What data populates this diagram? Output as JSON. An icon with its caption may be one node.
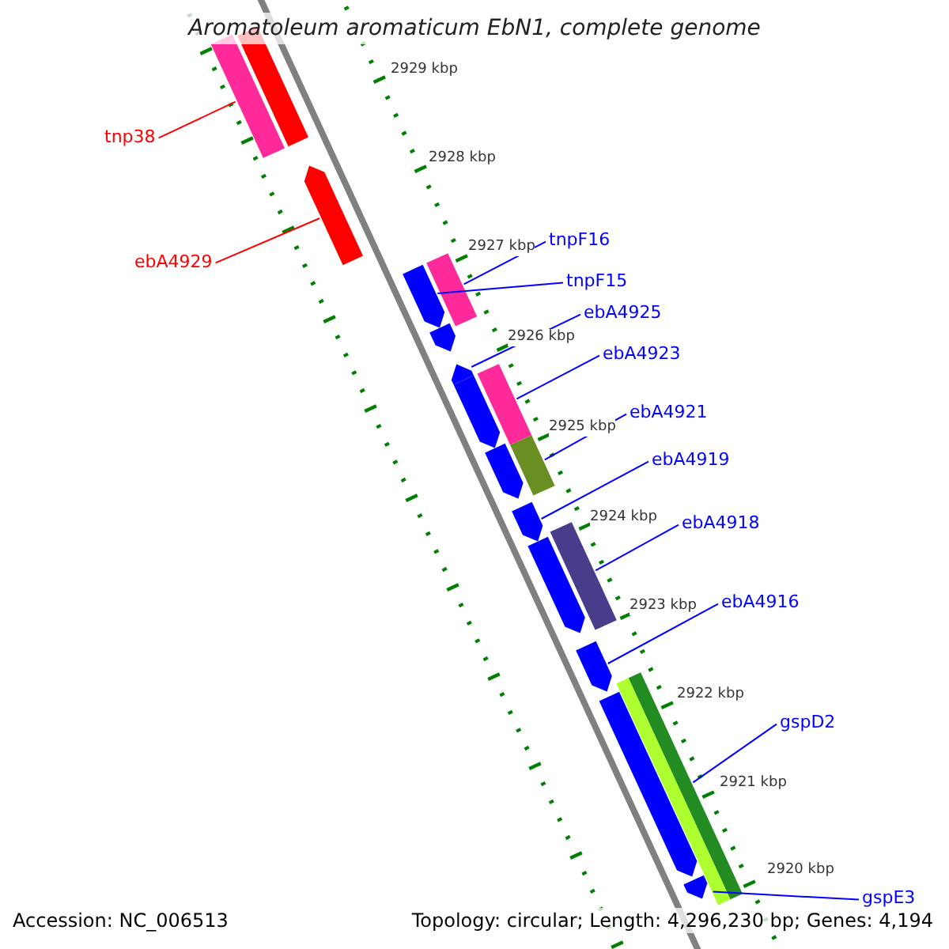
{
  "diagram": {
    "title": "Aromatoleum aromaticum EbN1, complete genome",
    "nodes": [
      {
        "text": [
          "tnp38"
        ]
      },
      {
        "text": [
          "ebA4929"
        ]
      },
      {
        "text": [
          "tnpF16"
        ]
      },
      {
        "text": [
          "tnpF15"
        ]
      },
      {
        "text": [
          "ebA4925"
        ]
      },
      {
        "text": [
          "ebA4923"
        ]
      },
      {
        "text": [
          "ebA4921"
        ]
      },
      {
        "text": [
          "ebA4919"
        ]
      },
      {
        "text": [
          "ebA4918"
        ]
      },
      {
        "text": [
          "ebA4916"
        ]
      },
      {
        "text": [
          "gspD2"
        ]
      },
      {
        "text": [
          "gspE3"
        ]
      },
      {
        "text": [],
        "shape": "bar"
      },
      {
        "text": [],
        "shape": "bar"
      },
      {
        "text": [],
        "shape": "bar"
      },
      {
        "text": [],
        "shape": "bar"
      },
      {
        "text": [],
        "shape": "bar"
      },
      {
        "text": [],
        "shape": "bar"
      },
      {
        "text": [],
        "shape": "bar"
      },
      {
        "text": [],
        "shape": "bar"
      },
      {
        "text": [],
        "shape": "bar"
      },
      {
        "text": [],
        "shape": "bar"
      },
      {
        "text": [],
        "shape": "bar"
      },
      {
        "text": [],
        "shape": "bar"
      },
      {
        "text": [],
        "shape": "bar"
      },
      {
        "text": [],
        "shape": "bar"
      },
      {
        "text": [],
        "shape": "bar"
      },
      {
        "text": [],
        "shape": "bar"
      },
      {
        "text": [],
        "shape": "bar"
      },
      {
        "text": [],
        "shape": "bar"
      }
    ],
    "edges": [
      {
        "from": 0,
        "to": 12,
        "arrow": "none",
        "color": "#ff0000"
      },
      {
        "from": 1,
        "to": 13,
        "arrow": "none",
        "color": "#ff0000"
      },
      {
        "from": 2,
        "to": 14,
        "arrow": "none"
      },
      {
        "from": 3,
        "to": 15,
        "arrow": "none"
      },
      {
        "from": 4,
        "to": 16,
        "arrow": "none"
      },
      {
        "from": 5,
        "to": 17,
        "arrow": "none"
      },
      {
        "from": 6,
        "to": 18,
        "arrow": "none"
      },
      {
        "from": 7,
        "to": 19,
        "arrow": "none"
      },
      {
        "from": 8,
        "to": 20,
        "arrow": "none"
      },
      {
        "from": 9,
        "to": 21,
        "arrow": "none"
      },
      {
        "from": 10,
        "to": 22,
        "arrow": "none"
      },
      {
        "from": 11,
        "to": 23,
        "arrow": "none"
      }
    ],
    "labels": [
      "2929 kbp",
      "2928 kbp",
      "2927 kbp",
      "2926 kbp",
      "2925 kbp",
      "2924 kbp",
      "2923 kbp",
      "2922 kbp",
      "2921 kbp",
      "2920 kbp",
      "Accession: NC_006513",
      "Topology: circular; Length: 4,296,230 bp; Genes: 4,194"
    ]
  }
}
